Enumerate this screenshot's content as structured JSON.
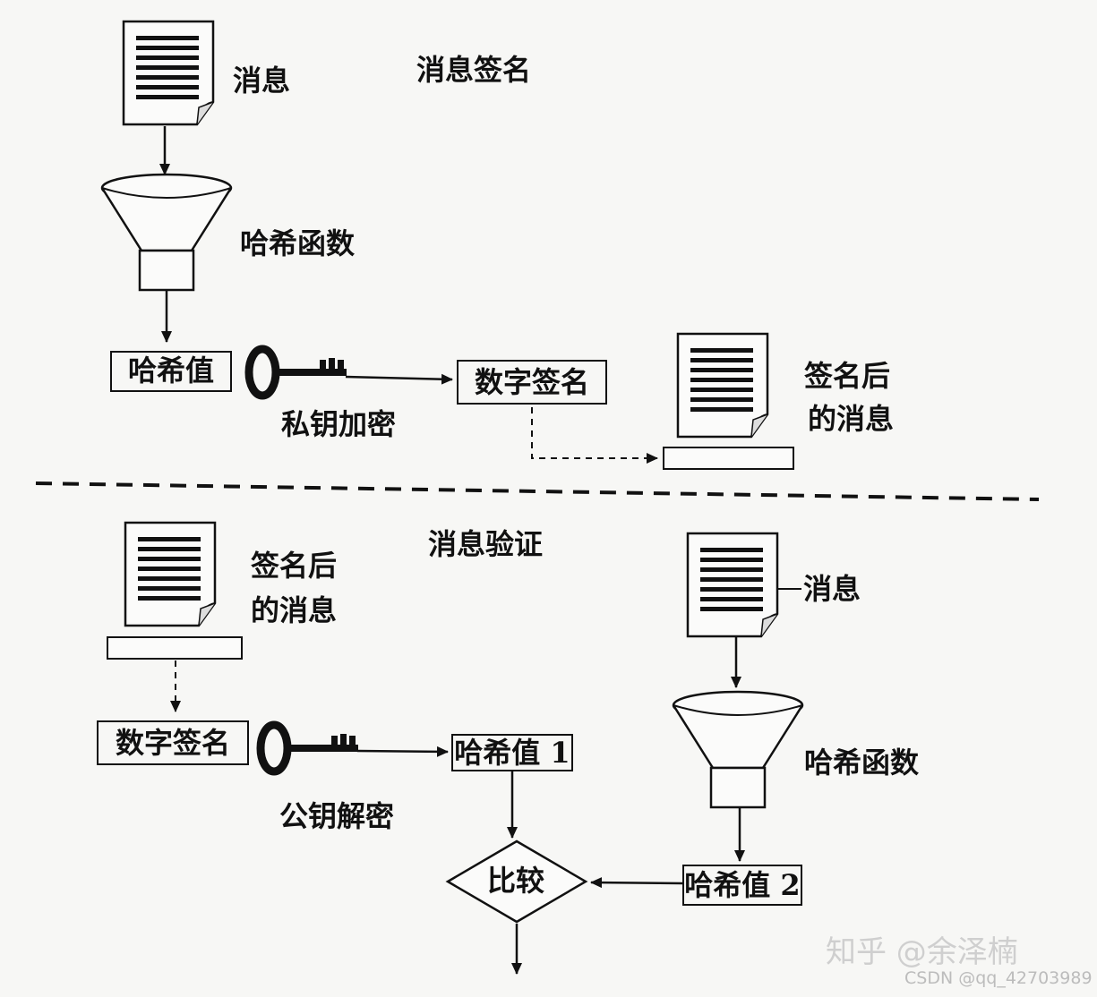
{
  "sign": {
    "section_title": "消息签名",
    "message_label": "消息",
    "hash_function_label": "哈希函数",
    "hash_value_label": "哈希值",
    "private_key_label": "私钥加密",
    "digital_signature_label": "数字签名",
    "signed_message_label_line1": "签名后",
    "signed_message_label_line2": "的消息"
  },
  "verify": {
    "section_title": "消息验证",
    "signed_message_label_line1": "签名后",
    "signed_message_label_line2": "的消息",
    "message_label": "消息",
    "digital_signature_label": "数字签名",
    "public_key_label": "公钥解密",
    "hash_value_1_label": "哈希值 1",
    "hash_function_label": "哈希函数",
    "hash_value_2_label": "哈希值 2",
    "compare_label": "比较"
  },
  "watermarks": {
    "zhihu": "知乎 @余泽楠",
    "csdn": "CSDN @qq_42703989"
  }
}
